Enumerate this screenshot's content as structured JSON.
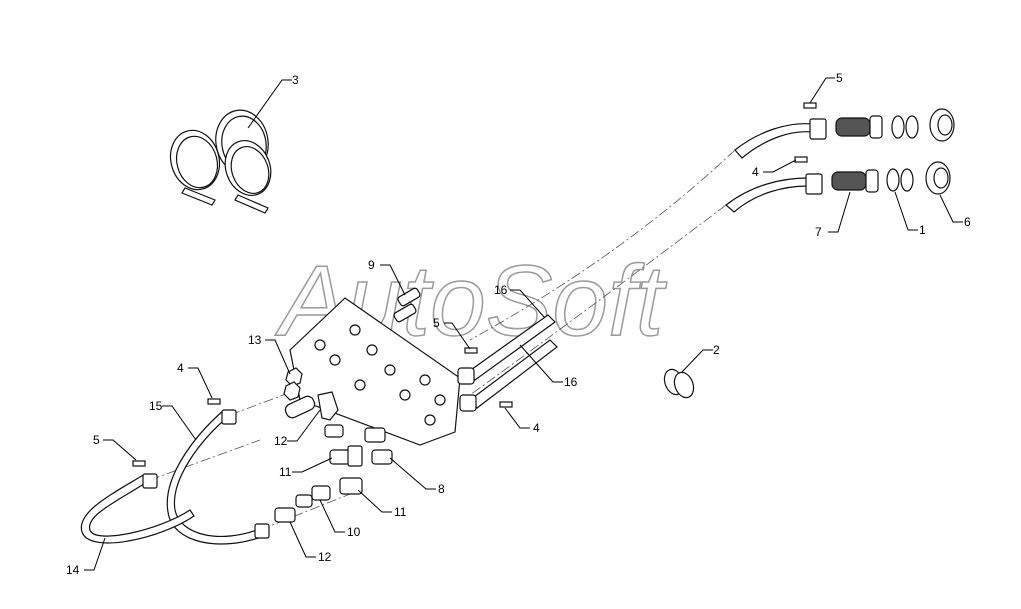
{
  "diagram": {
    "watermark": "AutoSoft",
    "callouts": [
      {
        "id": "c3",
        "label": "3"
      },
      {
        "id": "c5a",
        "label": "5"
      },
      {
        "id": "c4a",
        "label": "4"
      },
      {
        "id": "c6",
        "label": "6"
      },
      {
        "id": "c1",
        "label": "1"
      },
      {
        "id": "c7",
        "label": "7"
      },
      {
        "id": "c9",
        "label": "9"
      },
      {
        "id": "c16a",
        "label": "16"
      },
      {
        "id": "c5b",
        "label": "5"
      },
      {
        "id": "c16b",
        "label": "16"
      },
      {
        "id": "c2",
        "label": "2"
      },
      {
        "id": "c13",
        "label": "13"
      },
      {
        "id": "c4b",
        "label": "4"
      },
      {
        "id": "c4c",
        "label": "4"
      },
      {
        "id": "c15",
        "label": "15"
      },
      {
        "id": "c5c",
        "label": "5"
      },
      {
        "id": "c12a",
        "label": "12"
      },
      {
        "id": "c11a",
        "label": "11"
      },
      {
        "id": "c8",
        "label": "8"
      },
      {
        "id": "c11b",
        "label": "11"
      },
      {
        "id": "c10",
        "label": "10"
      },
      {
        "id": "c12b",
        "label": "12"
      },
      {
        "id": "c14",
        "label": "14"
      }
    ]
  }
}
